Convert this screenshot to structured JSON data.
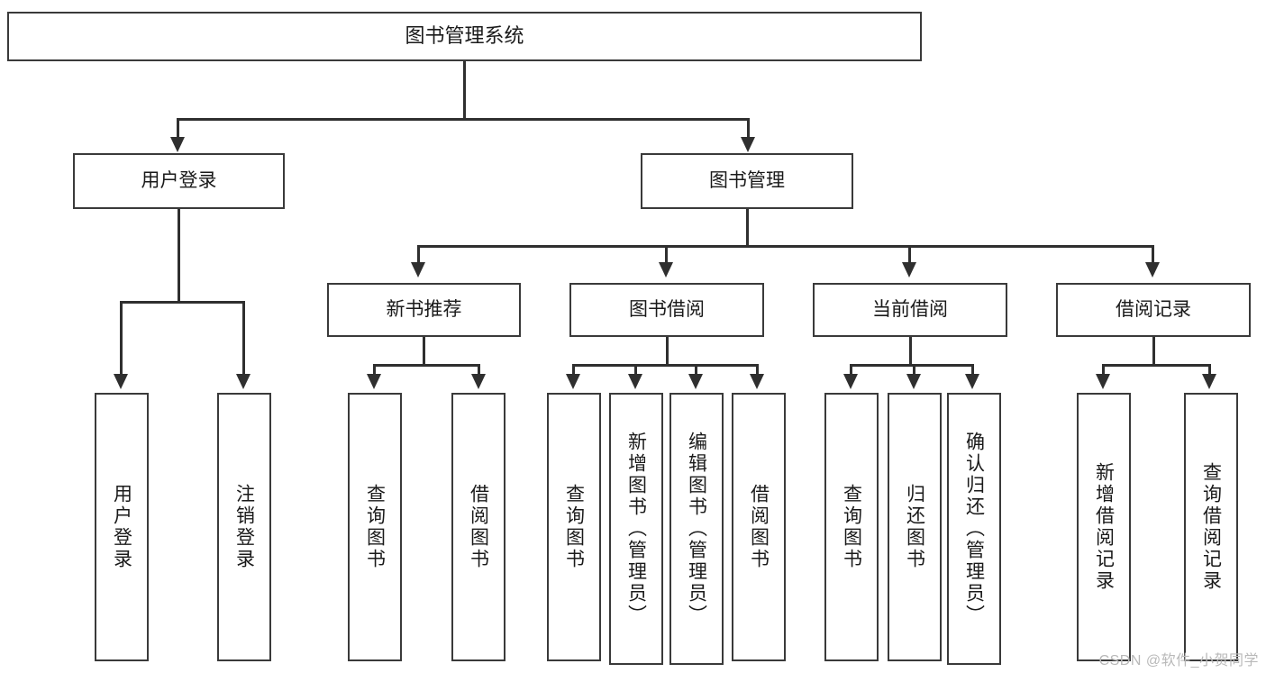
{
  "diagram": {
    "title": "图书管理系统",
    "type": "hierarchy-tree",
    "root": {
      "label": "图书管理系统"
    },
    "level2": [
      {
        "label": "用户登录"
      },
      {
        "label": "图书管理"
      }
    ],
    "level3": [
      {
        "label": "新书推荐"
      },
      {
        "label": "图书借阅"
      },
      {
        "label": "当前借阅"
      },
      {
        "label": "借阅记录"
      }
    ],
    "leaves": {
      "user_login": [
        {
          "label": "用户登录"
        },
        {
          "label": "注销登录"
        }
      ],
      "new_book_recommend": [
        {
          "label": "查询图书"
        },
        {
          "label": "借阅图书"
        }
      ],
      "book_borrow": [
        {
          "label": "查询图书"
        },
        {
          "label": "新增图书（管理员）"
        },
        {
          "label": "编辑图书（管理员）"
        },
        {
          "label": "借阅图书"
        }
      ],
      "current_borrow": [
        {
          "label": "查询图书"
        },
        {
          "label": "归还图书"
        },
        {
          "label": "确认归还（管理员）"
        }
      ],
      "borrow_record": [
        {
          "label": "新增借阅记录"
        },
        {
          "label": "查询借阅记录"
        }
      ]
    }
  },
  "watermark": {
    "text": "CSDN @软件_小贺同学"
  },
  "colors": {
    "box_border": "#3a3a3a",
    "connector": "#2f2f2f",
    "background": "#ffffff",
    "text": "#1a1a1a",
    "watermark": "#b9b9b9"
  }
}
